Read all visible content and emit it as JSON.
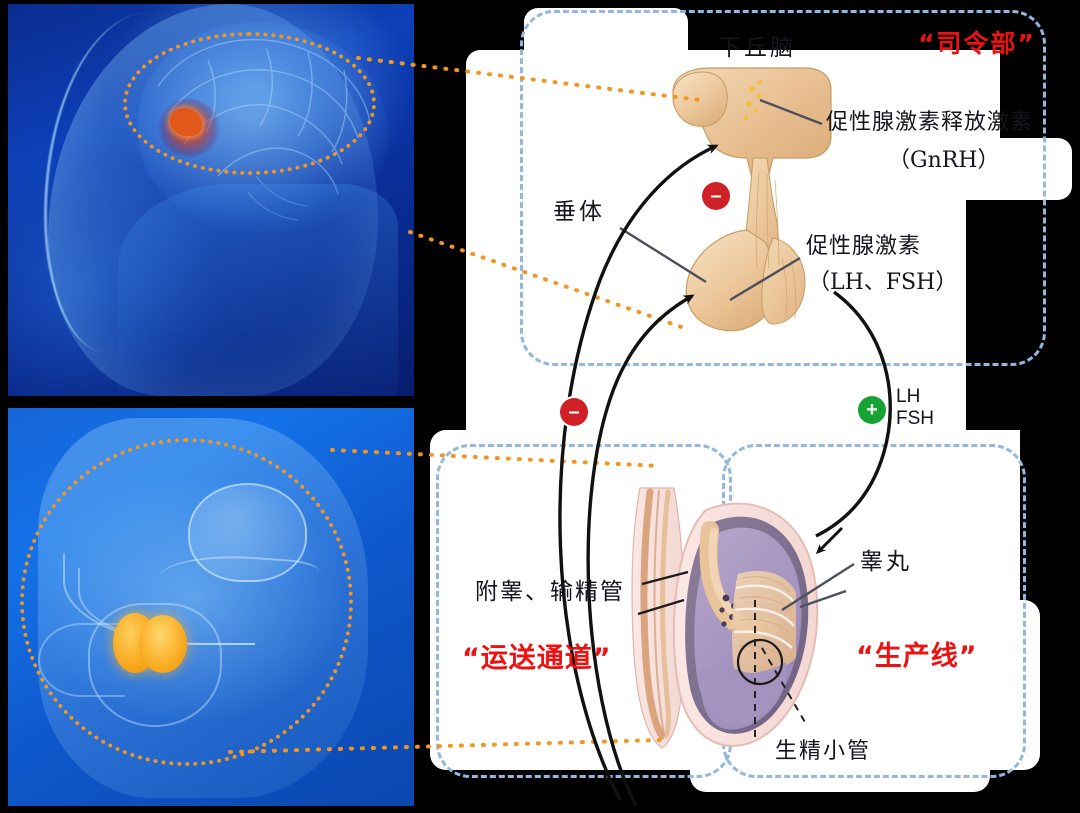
{
  "figure": {
    "title_red_top": "“司令部”",
    "panels": {
      "head_photo_alt": "blue-xray-head-with-highlighted-pituitary",
      "pelvis_photo_alt": "blue-xray-male-pelvis-with-highlighted-testes"
    }
  },
  "brain_group": {
    "hypothalamus": "下丘脑",
    "pituitary": "垂体",
    "gnrh_line1": "促性腺激素释放激素",
    "gnrh_line2": "（GnRH）",
    "gonadotropin_line1": "促性腺激素",
    "gonadotropin_line2": "（LH、FSH）"
  },
  "signals": {
    "negative_feedback_symbol": "–",
    "positive_symbol": "+",
    "lh": "LH",
    "fsh": "FSH"
  },
  "gonad_group": {
    "epididymis_vas": "附睾、输精管",
    "transport_channel": "“运送通道”",
    "testis": "睾丸",
    "production_line": "“生产线”",
    "seminiferous_tubule": "生精小管"
  },
  "colors": {
    "red_accent": "#ee1111",
    "negative_badge": "#cf1f27",
    "positive_badge": "#17a333",
    "dashed_box_blue": "#93b8e0",
    "dotted_link_orange": "#f29522",
    "photo_blue": "#0d40b8",
    "testis_highlight": "#f9ab20"
  }
}
